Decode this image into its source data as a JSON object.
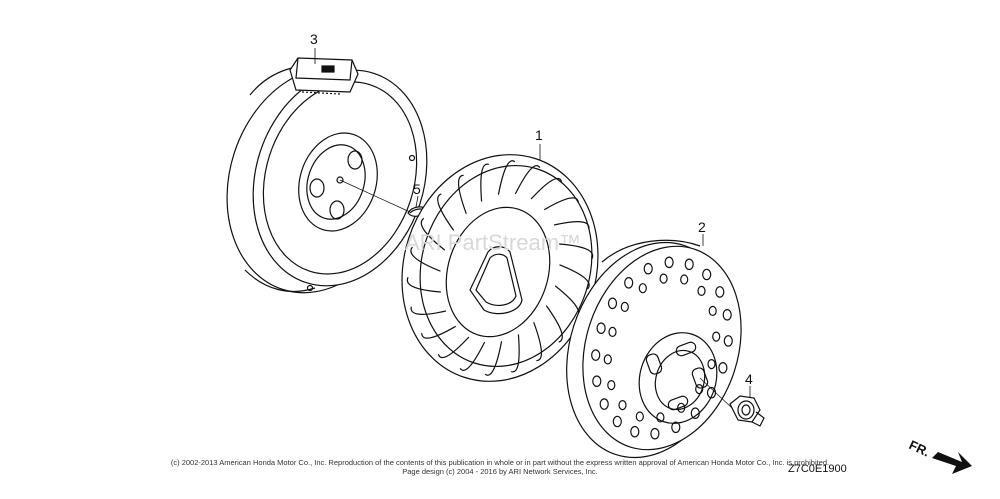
{
  "callouts": {
    "flywheel": "3",
    "cooling_fan": "1",
    "starter_pulley": "2",
    "nut": "4",
    "key": "5"
  },
  "watermark": "ARI PartStream™",
  "direction_label": "FR.",
  "copyright_line1": "(c) 2002-2013 American Honda Motor Co., Inc. Reproduction of the contents of this publication in whole or in part without the express written approval of American Honda Motor Co., Inc. is prohibited.",
  "copyright_line2": "Page design (c) 2004 - 2016 by ARI Network Services, Inc.",
  "diagram_code": "Z7C0E1900"
}
